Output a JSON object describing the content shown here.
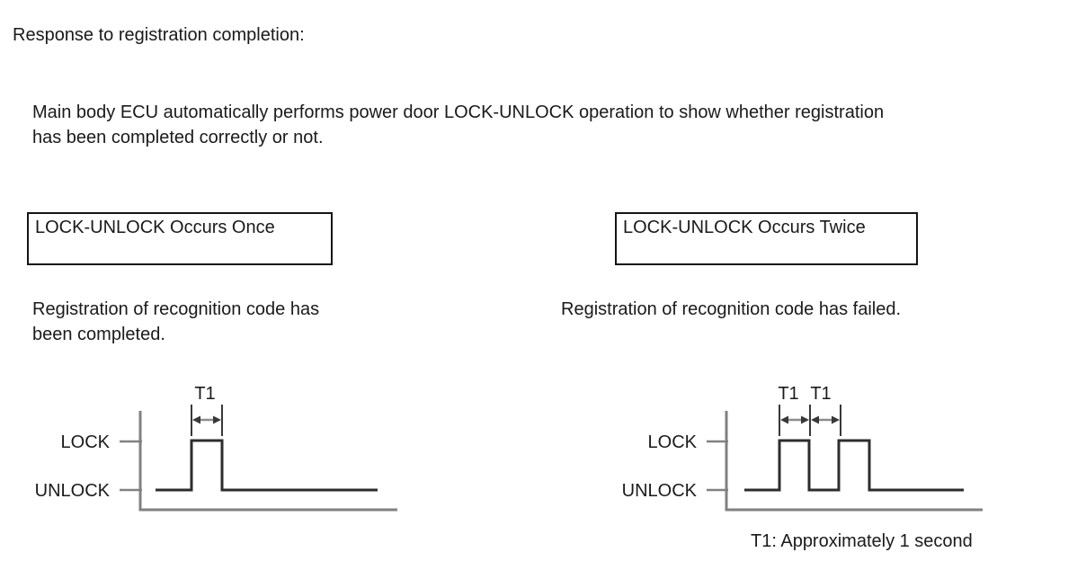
{
  "page": {
    "title": "Response to registration completion:",
    "description_lines": [
      "Main body ECU automatically performs power door LOCK-UNLOCK operation to show whether registration",
      "has been completed correctly or not."
    ],
    "footnote": "T1: Approximately 1 second"
  },
  "colors": {
    "background": "#ffffff",
    "text": "#1a1a1a",
    "box_border": "#151515",
    "axis_gray": "#818181",
    "waveform_dark": "#2d2d2d",
    "dimension_dark": "#383838",
    "arrow_shaft_gray": "#8d8d8d"
  },
  "left_panel": {
    "box_label": "LOCK-UNLOCK Occurs Once",
    "caption_lines": [
      "Registration of recognition code has",
      "been completed."
    ],
    "diagram": {
      "lock_label": "LOCK",
      "unlock_label": "UNLOCK",
      "t1_label": "T1",
      "pulse_count": 1,
      "meaning": "registration completed"
    }
  },
  "right_panel": {
    "box_label": "LOCK-UNLOCK Occurs Twice",
    "caption_lines": [
      "Registration of recognition code has failed."
    ],
    "diagram": {
      "lock_label": "LOCK",
      "unlock_label": "UNLOCK",
      "t1_labels": [
        "T1",
        "T1"
      ],
      "pulse_count": 2,
      "meaning": "registration failed"
    }
  }
}
